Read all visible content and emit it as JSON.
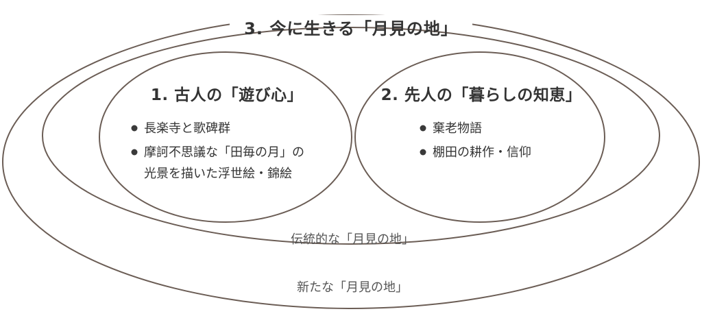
{
  "outer_title": "3. 今に生きる「月見の地」",
  "circle_left": {
    "title": "1. 古人の「遊び心」",
    "bullets": [
      {
        "line1": "長楽寺と歌碑群",
        "line2": ""
      },
      {
        "line1": "摩訶不思議な「田毎の月」の",
        "line2": "光景を描いた浮世絵・錦絵"
      }
    ]
  },
  "circle_right": {
    "title": "2. 先人の「暮らしの知恵」",
    "bullets": [
      {
        "line1": "棄老物語",
        "line2": ""
      },
      {
        "line1": "棚田の耕作・信仰",
        "line2": ""
      }
    ]
  },
  "inner_ring_label": "伝統的な「月見の地」",
  "outer_ring_label": "新たな「月見の地」",
  "colors": {
    "stroke": "#6b5d55",
    "text": "#333333"
  }
}
